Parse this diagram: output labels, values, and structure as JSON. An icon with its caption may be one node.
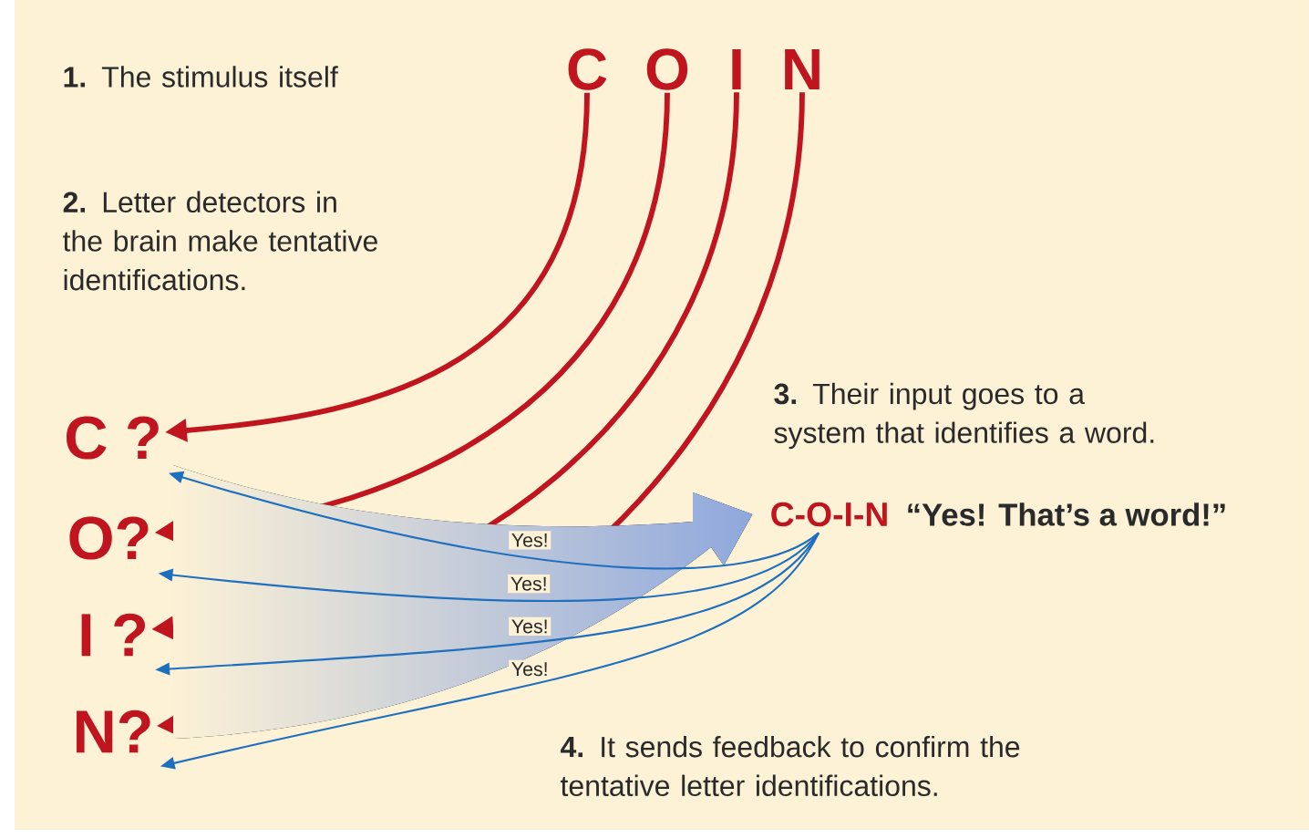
{
  "diagram": {
    "nodes": [
      {
        "text": [
          "C"
        ]
      },
      {
        "text": [
          "O"
        ]
      },
      {
        "text": [
          "I"
        ]
      },
      {
        "text": [
          "N"
        ]
      },
      {
        "text": [
          "C ?"
        ]
      },
      {
        "text": [
          "O?"
        ]
      },
      {
        "text": [
          "I ?"
        ]
      },
      {
        "text": [
          "N?"
        ]
      },
      {
        "text": [
          "C-O-I-N"
        ],
        "beside": [
          "“Yes! That’s a word!”"
        ]
      }
    ],
    "edges": [
      {
        "from": 0,
        "to": 4,
        "arrow": "to",
        "style": "thick"
      },
      {
        "from": 1,
        "to": 5,
        "arrow": "to",
        "style": "thick"
      },
      {
        "from": 2,
        "to": 6,
        "arrow": "to",
        "style": "thick"
      },
      {
        "from": 3,
        "to": 7,
        "arrow": "to",
        "style": "thick"
      },
      {
        "from": null,
        "to": 8,
        "arrow": "to",
        "color": "#8fa8dc"
      },
      {
        "from": 8,
        "to": 4,
        "arrow": "to",
        "label": "Yes!",
        "color": "#1f6fbf"
      },
      {
        "from": 8,
        "to": 5,
        "arrow": "to",
        "label": "Yes!",
        "color": "#1f6fbf"
      },
      {
        "from": 8,
        "to": 6,
        "arrow": "to",
        "label": "Yes!",
        "color": "#1f6fbf"
      },
      {
        "from": 8,
        "to": 7,
        "arrow": "to",
        "label": "Yes!",
        "color": "#1f6fbf"
      }
    ],
    "labels": [
      "**1.** The stimulus itself",
      "**2.** Letter detectors in the brain make tentative identifications.",
      "**3.** Their input goes to a system that identifies a word.",
      "**4.** It sends feedback to confirm the tentative letter identifications."
    ]
  }
}
